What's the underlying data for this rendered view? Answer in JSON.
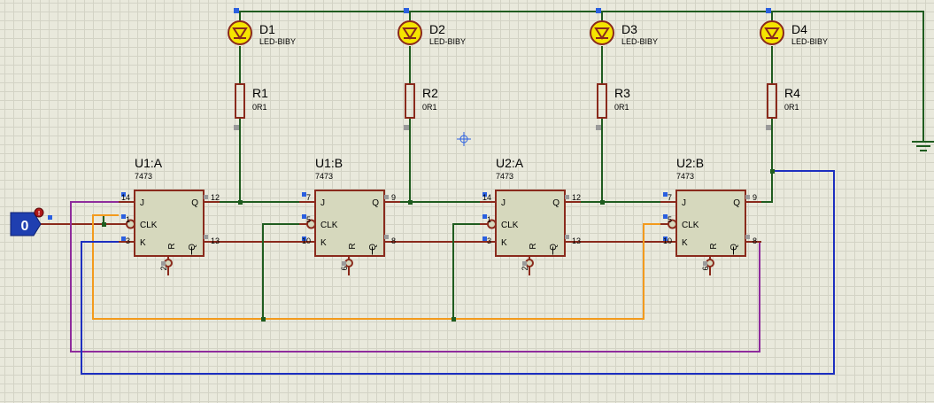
{
  "colors": {
    "wire_green": "#1f5c1f",
    "wire_orange": "#f39a1c",
    "wire_purple": "#8e2c9c",
    "wire_blue": "#1d2fc0",
    "component_outline": "#8a2a1c",
    "chip_fill": "#d6d8bd",
    "led_fill": "#f5e400",
    "logic_state_fill": "#1f3fb0",
    "probe_fill": "#b01818"
  },
  "logic_state": {
    "value": "0",
    "probe_label": "!"
  },
  "leds": [
    {
      "ref": "D1",
      "part": "LED-BIBY"
    },
    {
      "ref": "D2",
      "part": "LED-BIBY"
    },
    {
      "ref": "D3",
      "part": "LED-BIBY"
    },
    {
      "ref": "D4",
      "part": "LED-BIBY"
    }
  ],
  "resistors": [
    {
      "ref": "R1",
      "value": "0R1"
    },
    {
      "ref": "R2",
      "value": "0R1"
    },
    {
      "ref": "R3",
      "value": "0R1"
    },
    {
      "ref": "R4",
      "value": "0R1"
    }
  ],
  "flipflops": [
    {
      "ref": "U1:A",
      "part": "7473",
      "pin_labels": {
        "j": "J",
        "clk": "CLK",
        "k": "K",
        "q": "Q",
        "qbar": "Q",
        "r": "R"
      },
      "pins": {
        "j": "14",
        "clk": "1",
        "k": "3",
        "q": "12",
        "qbar": "13",
        "r": "2"
      }
    },
    {
      "ref": "U1:B",
      "part": "7473",
      "pin_labels": {
        "j": "J",
        "clk": "CLK",
        "k": "K",
        "q": "Q",
        "qbar": "Q",
        "r": "R"
      },
      "pins": {
        "j": "7",
        "clk": "5",
        "k": "10",
        "q": "9",
        "qbar": "8",
        "r": "6"
      }
    },
    {
      "ref": "U2:A",
      "part": "7473",
      "pin_labels": {
        "j": "J",
        "clk": "CLK",
        "k": "K",
        "q": "Q",
        "qbar": "Q",
        "r": "R"
      },
      "pins": {
        "j": "14",
        "clk": "1",
        "k": "3",
        "q": "12",
        "qbar": "13",
        "r": "2"
      }
    },
    {
      "ref": "U2:B",
      "part": "7473",
      "pin_labels": {
        "j": "J",
        "clk": "CLK",
        "k": "K",
        "q": "Q",
        "qbar": "Q",
        "r": "R"
      },
      "pins": {
        "j": "7",
        "clk": "5",
        "k": "10",
        "q": "9",
        "qbar": "8",
        "r": "6"
      }
    }
  ]
}
